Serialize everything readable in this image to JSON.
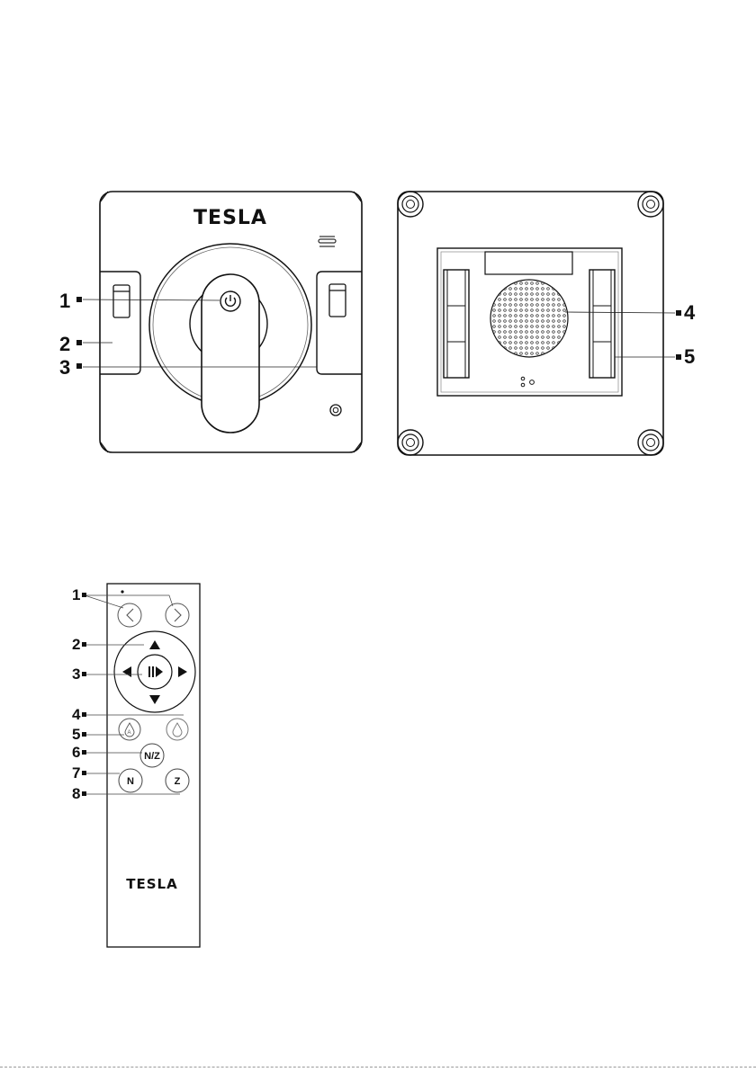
{
  "robot_front": {
    "brand": "TESLA",
    "callouts": [
      "1",
      "2",
      "3"
    ]
  },
  "robot_back": {
    "callouts": [
      "4",
      "5"
    ]
  },
  "remote": {
    "brand": "TESLA",
    "button_nz": "N/Z",
    "button_n": "N",
    "button_z": "Z",
    "callouts": [
      "1",
      "2",
      "3",
      "4",
      "5",
      "6",
      "7",
      "8"
    ]
  },
  "icons": {
    "power": "power-icon",
    "usb_port": "usb-port-icon",
    "speaker": "speaker-grille-icon",
    "prev": "chevron-left-icon",
    "next": "chevron-right-icon",
    "up": "arrow-up-icon",
    "down": "arrow-down-icon",
    "left": "arrow-left-icon",
    "right": "arrow-right-icon",
    "play_pause": "play-pause-icon",
    "spray_left": "water-drop-left-icon",
    "spray_right": "water-drop-icon"
  },
  "colors": {
    "line": "#111111",
    "thin": "#555555",
    "leader": "#222222"
  }
}
